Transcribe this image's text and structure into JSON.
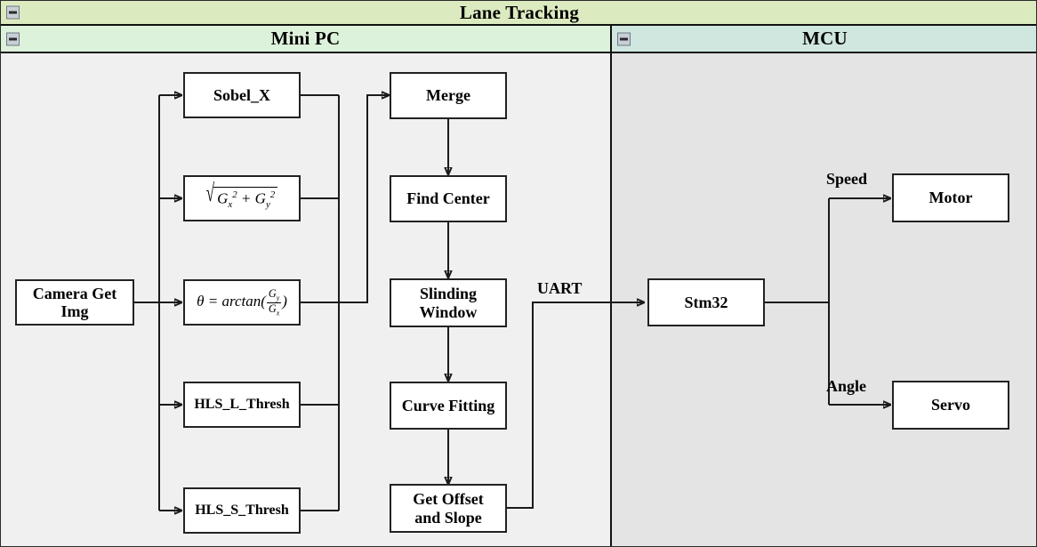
{
  "window": {
    "root_title": "Lane Tracking",
    "collapse_icon": "collapse-minus-icon"
  },
  "panels": [
    {
      "id": "minipc",
      "title": "Mini PC",
      "bg": "#f0f0f0",
      "header_bg": "#ddf2da"
    },
    {
      "id": "mcu",
      "title": "MCU",
      "bg": "#e4e4e4",
      "header_bg": "#cfe7df"
    }
  ],
  "colors": {
    "root_header": "#dceac0",
    "minipc_header": "#ddf2da",
    "mcu_header": "#cfe7df",
    "minipc_body": "#f0f0f0",
    "mcu_body": "#e4e4e4",
    "node_fill": "#ffffff",
    "line": "#1a1a1a"
  },
  "nodes": {
    "camera": "Camera Get Img",
    "sobel_x": "Sobel_X",
    "magnitude": "sqrt(G_x^2 + G_y^2)",
    "direction": "theta = arctan(G_y / G_x)",
    "hls_l": "HLS_L_Thresh",
    "hls_s": "HLS_S_Thresh",
    "merge": "Merge",
    "find_center": "Find Center",
    "sliding_window": "Slinding Window",
    "curve_fitting": "Curve Fitting",
    "get_offset": "Get Offset and Slope",
    "stm32": "Stm32",
    "motor": "Motor",
    "servo": "Servo"
  },
  "node_lines": {
    "camera_l1": "Camera Get",
    "camera_l2": "Img",
    "sliding_l1": "Slinding",
    "sliding_l2": "Window",
    "offset_l1": "Get Offset",
    "offset_l2": "and Slope"
  },
  "math": {
    "magnitude": {
      "radical": "√",
      "g": "G",
      "sub_x": "x",
      "sub_y": "y",
      "exp": "2",
      "plus": "+"
    },
    "direction": {
      "theta": "θ",
      "equals": "=",
      "fn": "arctan",
      "open": "(",
      "close": ")",
      "num": "G",
      "num_sub": "y",
      "den": "G",
      "den_sub": "x"
    }
  },
  "edge_labels": {
    "uart": "UART",
    "speed": "Speed",
    "angle": "Angle"
  }
}
